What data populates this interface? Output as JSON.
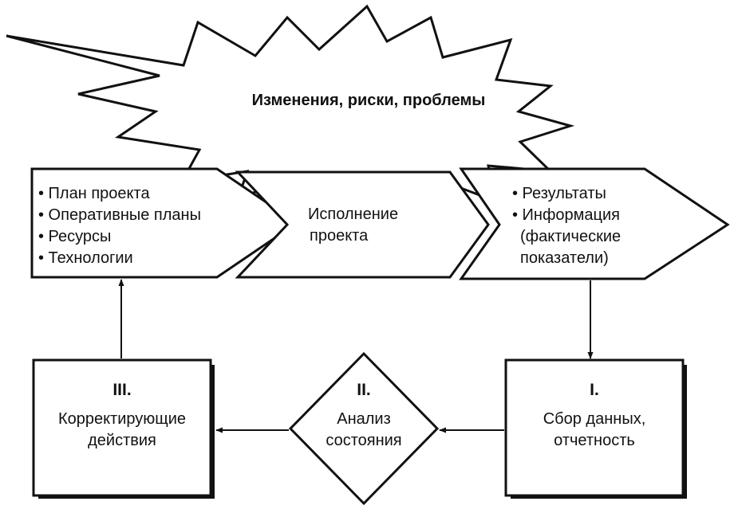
{
  "burst": {
    "title": "Изменения, риски, проблемы"
  },
  "plan": {
    "items": [
      "• План проекта",
      "• Оперативные планы",
      "• Ресурсы",
      "• Технологии"
    ]
  },
  "execution": {
    "lines": [
      "Исполнение",
      "проекта"
    ]
  },
  "results": {
    "lines": [
      "• Результаты",
      "• Информация",
      "(фактические",
      "показатели)"
    ]
  },
  "step1": {
    "numeral": "I.",
    "lines": [
      "Сбор данных,",
      "отчетность"
    ]
  },
  "step2": {
    "numeral": "II.",
    "lines": [
      "Анализ",
      "состояния"
    ]
  },
  "step3": {
    "numeral": "III.",
    "lines": [
      "Корректирующие",
      "действия"
    ]
  }
}
